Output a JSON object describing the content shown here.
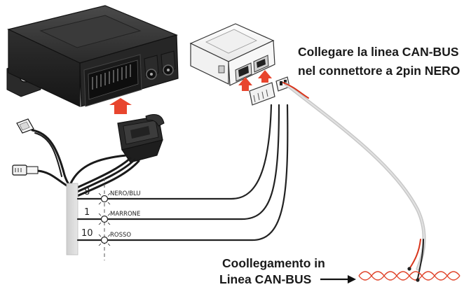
{
  "annotations": {
    "connector_note_line1": "Collegare la linea CAN-BUS",
    "connector_note_line2": "nel connettore a 2pin NERO",
    "canbus_note_line1": "Coollegamento in",
    "canbus_note_line2": "Linea CAN-BUS"
  },
  "wires": [
    {
      "pin": "8",
      "label": "NERO/BLU"
    },
    {
      "pin": "1",
      "label": "MARRONE"
    },
    {
      "pin": "10",
      "label": "ROSSO"
    }
  ],
  "colors": {
    "arrow": "#e8452e",
    "wire": "#222222",
    "canbus_red": "#d8351c",
    "canbus_gray": "#bdbdbd",
    "twisted_pair": "#e0432a"
  },
  "icons": {
    "main_unit": "ecu-module-icon",
    "interface_box": "interface-module-icon",
    "plug": "multipin-plug-icon"
  }
}
